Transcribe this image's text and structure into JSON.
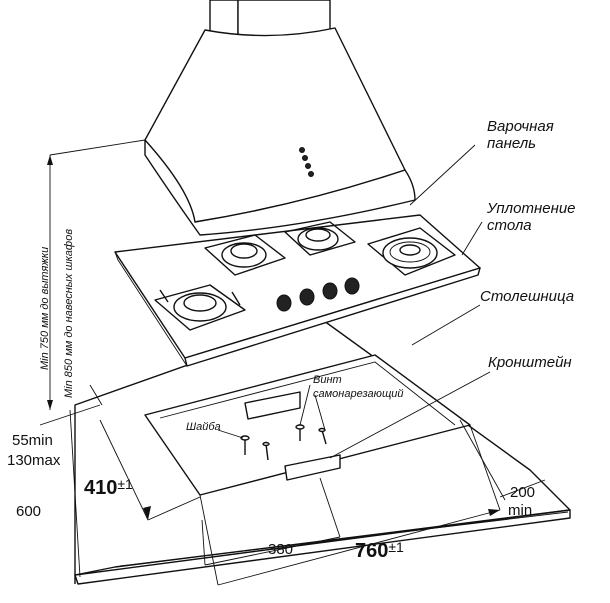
{
  "labels": {
    "hob": "Варочная панель",
    "hob_line1": "Варочная",
    "hob_line2": "панель",
    "seal": "Уплотнение стола",
    "seal_line1": "Уплотнение",
    "seal_line2": "стола",
    "worktop": "Столешница",
    "bracket": "Кронштейн",
    "screw_line1": "Винт",
    "screw_line2": "самонарезающий",
    "washer": "Шайба"
  },
  "dimensions": {
    "min_hood": "Min 750 мм до вытяжки",
    "min_cabinets": "Min 850 мм до навесных шкафов",
    "edge_55": "55min",
    "edge_130": "130max",
    "cut_depth": "410±1",
    "cut_depth_value": "410",
    "cut_depth_tol": "±1",
    "depth_600": "600",
    "width_380": "380",
    "cut_width": "760±1",
    "cut_width_value": "760",
    "cut_width_tol": "±1",
    "min_200": "200",
    "min_word": "min"
  }
}
